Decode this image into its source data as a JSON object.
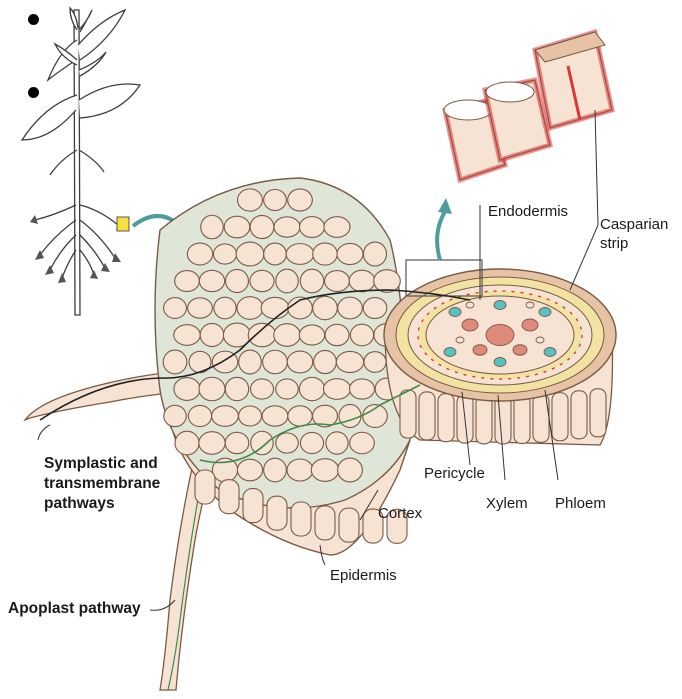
{
  "labels": {
    "endodermis": "Endodermis",
    "casparian_1": "Casparian",
    "casparian_2": "strip",
    "symplastic_1": "Symplastic and",
    "symplastic_2": "transmembrane",
    "symplastic_3": "pathways",
    "pericycle": "Pericycle",
    "xylem": "Xylem",
    "phloem": "Phloem",
    "cortex": "Cortex",
    "epidermis": "Epidermis",
    "apoplast": "Apoplast pathway"
  },
  "colors": {
    "cell_fill": "#f7e3d3",
    "cell_wall": "#e7c3a5",
    "outline": "#7a5a45",
    "space": "#dfe6d8",
    "xylem": "#e08a7c",
    "phloem": "#56c2c2",
    "casparian": "#d63a3a",
    "pericycle": "#f3e3a3",
    "arrow": "#4e9d9d",
    "apoplast_line": "#3f8a4a",
    "symplast_line": "#222222"
  }
}
